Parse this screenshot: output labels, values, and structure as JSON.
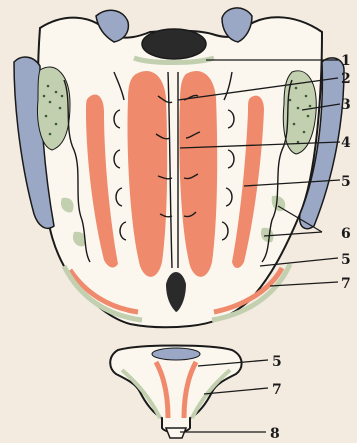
{
  "figure": {
    "labels": [
      "1",
      "2",
      "3",
      "4",
      "5",
      "6",
      "5",
      "7",
      "5",
      "7",
      "8"
    ]
  },
  "colors": {
    "background": "#f3ebe0",
    "bone": "#fbf7ee",
    "outline": "#1a1a1a",
    "muscle": "#ef8a6c",
    "ligament": "#9aa8c6",
    "fat": "#c2d0b0",
    "canal": "#2a2a2a"
  }
}
